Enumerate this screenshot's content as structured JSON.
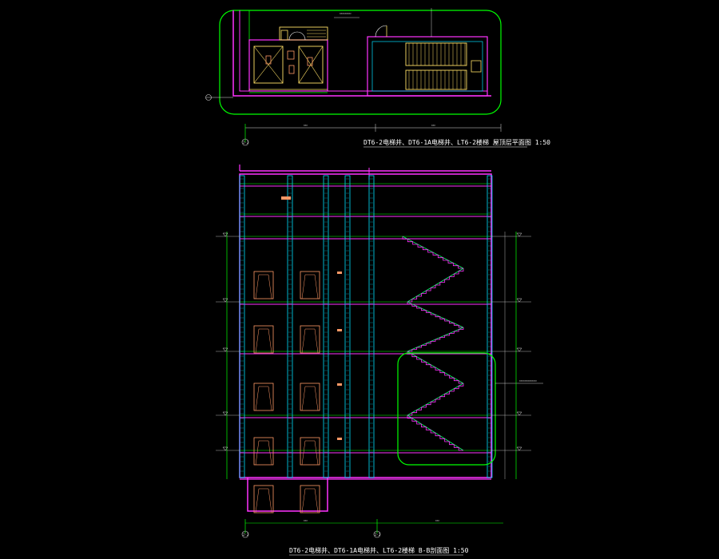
{
  "drawing": {
    "background": "#000000",
    "colors": {
      "frame": "#00ff00",
      "wall": "#ff33ff",
      "column": "#00e0ff",
      "stair": "#00ff66",
      "elevator": "#ffe066",
      "door": "#ff9966",
      "dimension": "#dddddd",
      "text": "#ffffff"
    }
  },
  "plan": {
    "title": "DT6-2电梯井、DT6-1A电梯井、LT6-2楼梯 屋顶层平面图 1:50",
    "grid_label": "2-2"
  },
  "section": {
    "title": "DT6-2电梯井、DT6-1A电梯井、LT6-2楼梯 B-B剖面图 1:50",
    "grid_labels": [
      "2-2",
      "2-2"
    ]
  }
}
